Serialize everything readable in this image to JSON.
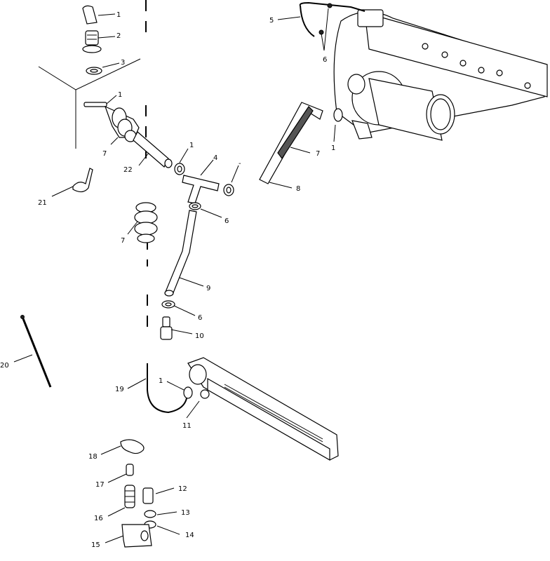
{
  "callouts": {
    "c1a": "1",
    "c2": "2",
    "c3": "3",
    "c1b": "1",
    "c7a": "7",
    "c22": "22",
    "c1c": "1",
    "c4": "4",
    "c1d": "-",
    "c21": "21",
    "c6a": "6",
    "c7b": "7",
    "c9": "9",
    "c6b": "6",
    "c10": "10",
    "c20": "20",
    "c19": "19",
    "c1e": "1",
    "c11": "11",
    "c18": "18",
    "c17": "17",
    "c12": "12",
    "c16": "16",
    "c13": "13",
    "c14": "14",
    "c15": "15",
    "c5": "5",
    "c6c": "6",
    "c7c": "7",
    "c1f": "1",
    "c8": "8"
  }
}
